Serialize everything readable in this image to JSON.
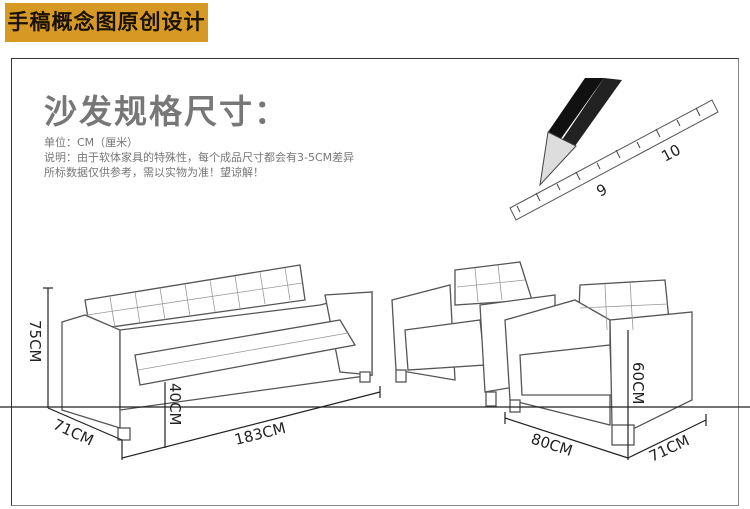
{
  "banner": "手稿概念图原创设计",
  "title": "沙发规格尺寸：",
  "unit": "单位：CM（厘米）",
  "note_line1": "说明：由于软体家具的特殊性，每个成品尺寸都会有3-5CM差异",
  "note_line2": "所标数据仅供参考，需以实物为准！望谅解！",
  "ruler_labels": [
    "9",
    "10"
  ],
  "dimensions": {
    "sofa_height": "75CM",
    "sofa_seat_height": "40CM",
    "sofa_width": "183CM",
    "sofa_depth": "71CM",
    "chair_width": "80CM",
    "chair_height": "60CM",
    "chair_depth": "71CM"
  }
}
